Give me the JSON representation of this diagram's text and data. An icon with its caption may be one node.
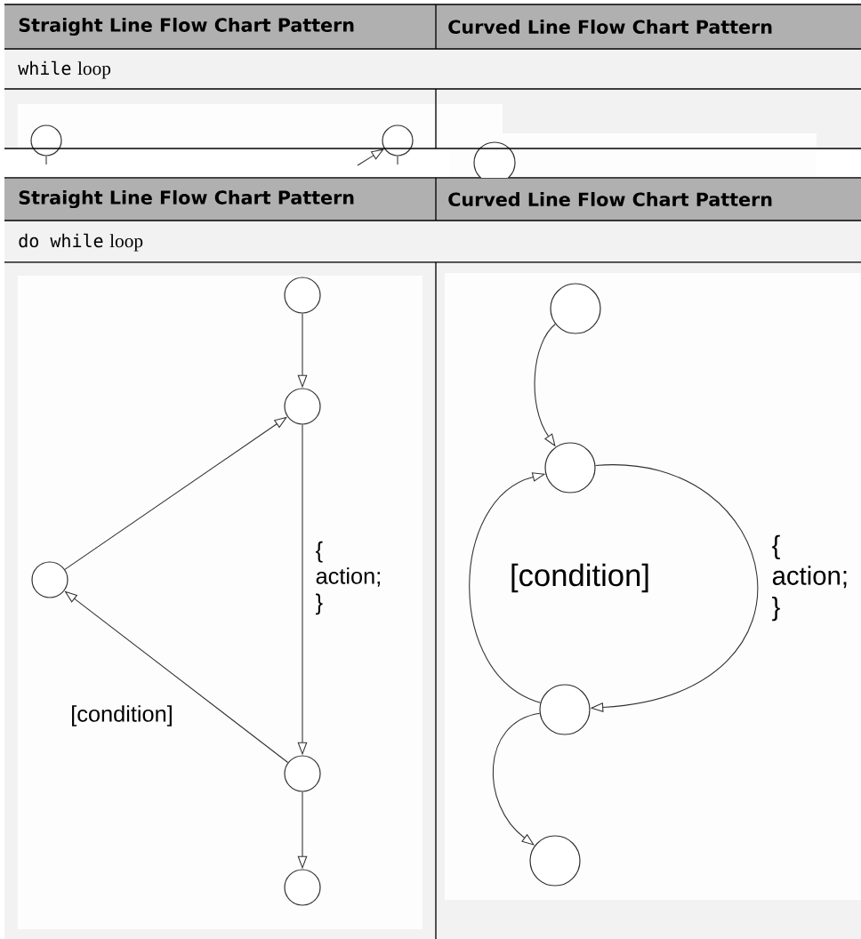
{
  "diagram": {
    "nodes": [
      {
        "text": [],
        "shape": "circle"
      },
      {
        "text": [],
        "shape": "circle"
      },
      {
        "text": [],
        "shape": "circle"
      },
      {
        "text": [],
        "shape": "circle"
      },
      {
        "text": [],
        "shape": "circle"
      },
      {
        "text": [],
        "shape": "circle"
      },
      {
        "text": [],
        "shape": "circle"
      },
      {
        "text": [],
        "shape": "circle"
      },
      {
        "text": [],
        "shape": "circle"
      },
      {
        "text": [],
        "shape": "circle"
      },
      {
        "text": [],
        "shape": "circle"
      },
      {
        "text": [],
        "shape": "circle"
      }
    ],
    "edges": [
      {
        "from": 0,
        "to": null,
        "arrow": "none"
      },
      {
        "from": 1,
        "to": null,
        "arrow": "none"
      },
      {
        "from": null,
        "to": 1,
        "arrow": "to"
      },
      {
        "from": 3,
        "to": 4,
        "arrow": "to"
      },
      {
        "from": 4,
        "to": 6,
        "arrow": "to",
        "label": "{ action; }"
      },
      {
        "from": 6,
        "to": 5,
        "arrow": "to",
        "label": "[condition]"
      },
      {
        "from": 5,
        "to": 4,
        "arrow": "to"
      },
      {
        "from": 6,
        "to": 7,
        "arrow": "to"
      },
      {
        "from": 8,
        "to": 9,
        "arrow": "to"
      },
      {
        "from": 9,
        "to": 10,
        "arrow": "to",
        "label": "{ action; }"
      },
      {
        "from": 10,
        "to": 9,
        "arrow": "to",
        "label": "[condition]"
      },
      {
        "from": 10,
        "to": 11,
        "arrow": "to"
      }
    ],
    "labels": [
      "Straight Line Flow Chart Pattern",
      "Curved Line Flow Chart Pattern",
      "while",
      "loop",
      "Straight Line Flow Chart Pattern",
      "Curved Line Flow Chart Pattern",
      "do while",
      "loop"
    ]
  }
}
